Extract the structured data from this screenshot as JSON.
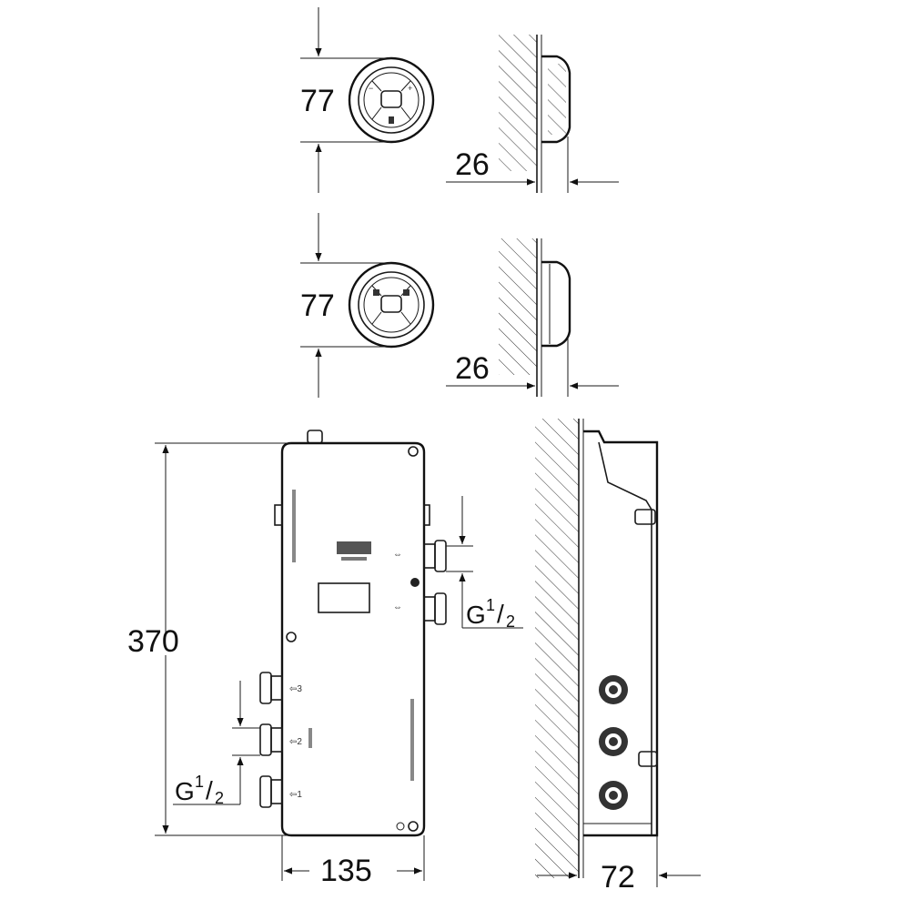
{
  "dimensions": {
    "remote1_diameter": "77",
    "remote1_depth": "26",
    "remote2_diameter": "77",
    "remote2_depth": "26",
    "box_height": "370",
    "box_width": "135",
    "box_depth": "72"
  },
  "thread_labels": {
    "outlet_thread_g": "G",
    "outlet_thread_num": "1",
    "outlet_thread_den": "2",
    "inlet_thread_g": "G",
    "inlet_thread_num": "1",
    "inlet_thread_den": "2"
  },
  "colors": {
    "line": "#1a1a1a",
    "background": "#ffffff"
  }
}
